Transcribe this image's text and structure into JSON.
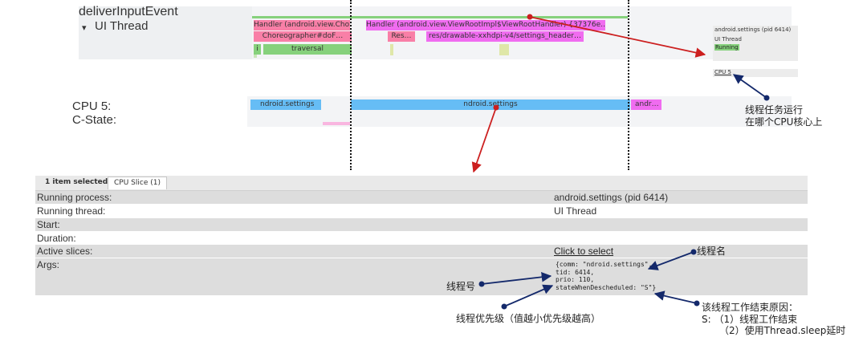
{
  "trace": {
    "deliver_label": "deliverInputEvent",
    "thread_toggle": "▾",
    "thread_label": "UI Thread",
    "cpu_label": "CPU 5:",
    "cstate_label": "C-State:",
    "slices_row1": [
      "Handler (android.view.Cho…",
      "Handler (android.view.ViewRootImpl$ViewRootHandler) {37376e…"
    ],
    "slices_row2": [
      "Choreographer#doF…",
      "Res…",
      "res/drawable-xxhdpi-v4/settings_header…"
    ],
    "slices_row3": [
      "i",
      "traversal"
    ],
    "cpu_slices": [
      "ndroid.settings",
      "ndroid.settings",
      "andr…"
    ]
  },
  "mini": {
    "process": "android.settings (pid 6414)",
    "thread": "UI Thread",
    "state": "Running",
    "cpu": "CPU 5"
  },
  "tabs": {
    "selected_count": "1 item selected.",
    "cpu_slice_tab": "CPU Slice (1)"
  },
  "details": {
    "running_process_label": "Running process:",
    "running_process_value": "android.settings (pid 6414)",
    "running_thread_label": "Running thread:",
    "running_thread_value": "UI Thread",
    "start_label": "Start:",
    "duration_label": "Duration:",
    "active_slices_label": "Active slices:",
    "active_slices_value": "Click to select",
    "args_label": "Args:",
    "args_line1": "{comm: \"ndroid.settings\",",
    "args_line2": "tid: 6414,",
    "args_line3": "prio: 110,",
    "args_line4": "stateWhenDescheduled: \"S\"}"
  },
  "annotations": {
    "cpu_core_line1": "线程任务运行",
    "cpu_core_line2": "在哪个CPU核心上",
    "thread_name": "线程名",
    "thread_id": "线程号",
    "priority": "线程优先级（值越小优先级越高）",
    "end_reason_line1": "该线程工作结束原因：",
    "end_reason_line2": "S: （1）线程工作结束",
    "end_reason_line3": "（2）使用Thread.sleep延时"
  },
  "colors": {
    "pink": "#f97fa7",
    "magenta": "#f06cf0",
    "green": "#86d17c",
    "blue": "#66bdf5",
    "arrow_red": "#cc1f1f",
    "arrow_navy": "#14296b"
  }
}
